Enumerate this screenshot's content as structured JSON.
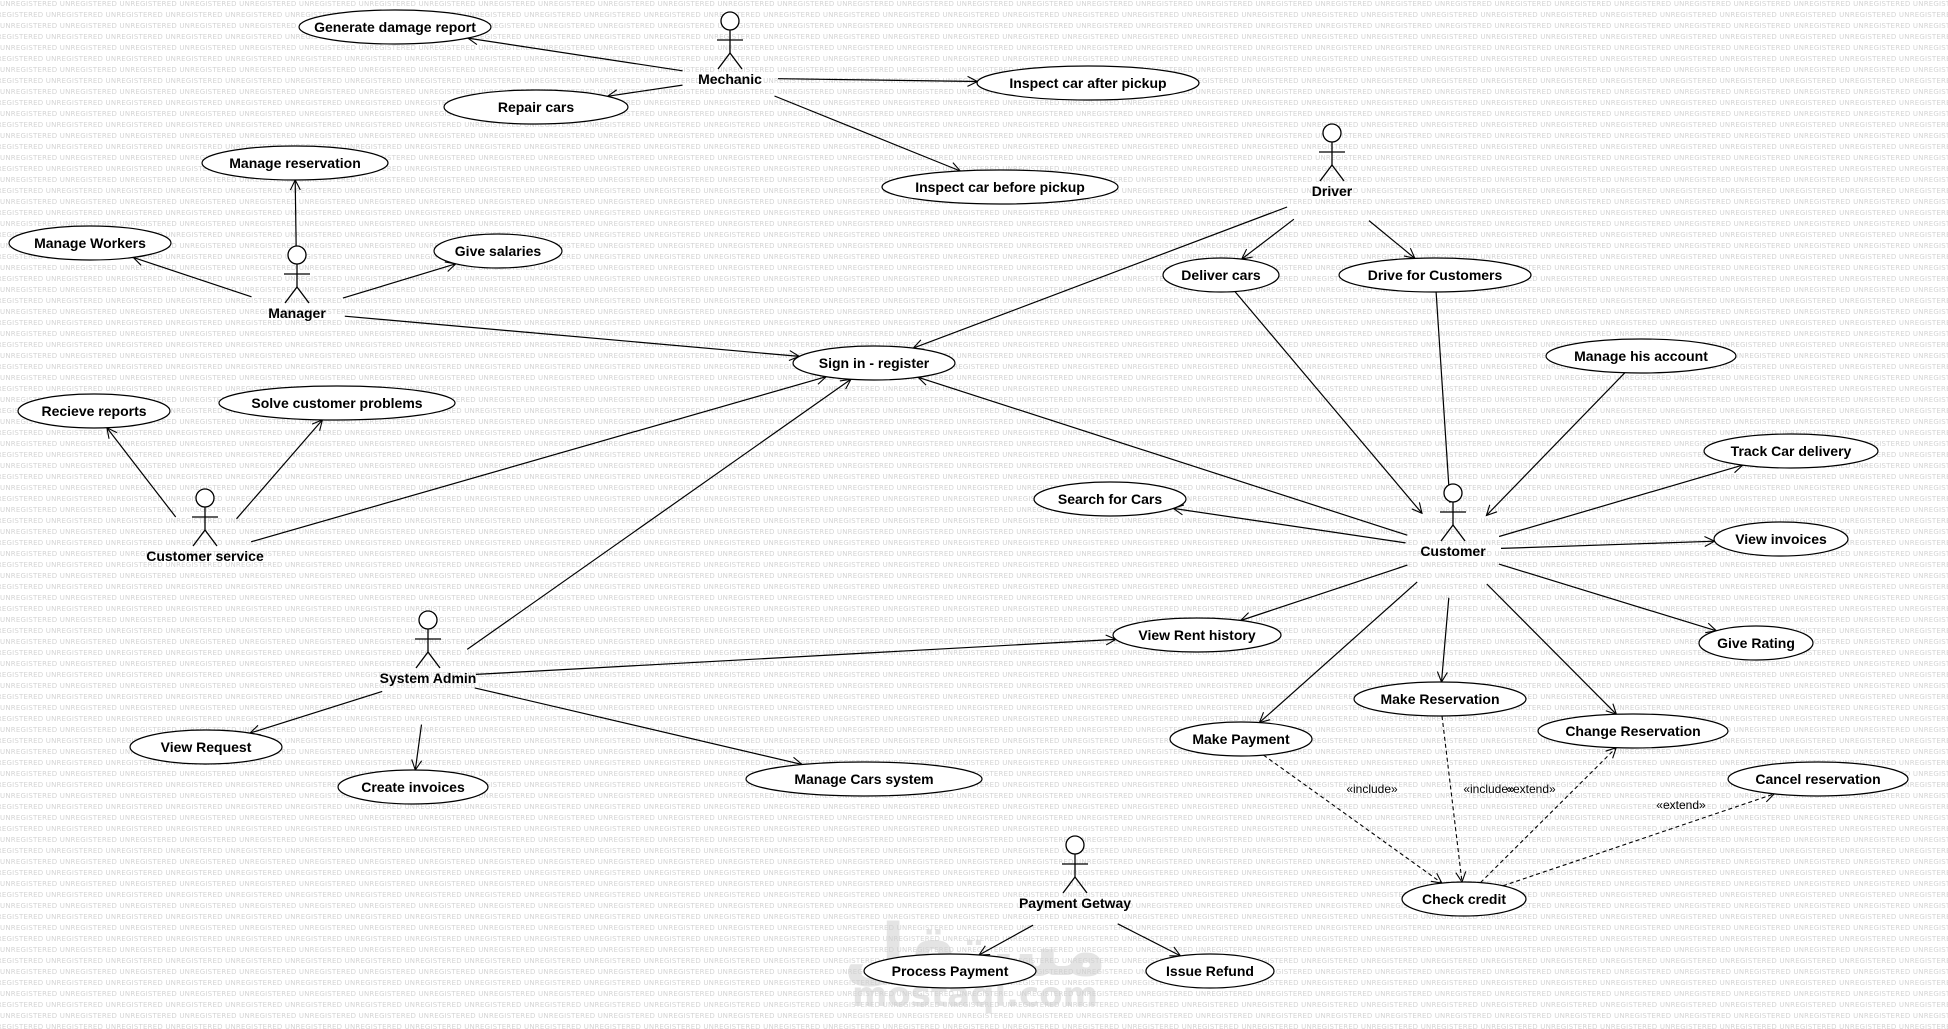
{
  "watermark": {
    "tile": "UNREGISTERED",
    "logo": {
      "arabic": "مستقل",
      "latin": "mostaql.com"
    }
  },
  "actors": [
    {
      "id": "mechanic",
      "label": "Mechanic"
    },
    {
      "id": "driver",
      "label": "Driver"
    },
    {
      "id": "manager",
      "label": "Manager"
    },
    {
      "id": "customer-service",
      "label": "Customer service"
    },
    {
      "id": "system-admin",
      "label": "System Admin"
    },
    {
      "id": "customer",
      "label": "Customer"
    },
    {
      "id": "payment-gateway",
      "label": "Payment Getway"
    }
  ],
  "use_cases": [
    {
      "id": "generate-damage-report",
      "label": "Generate damage report"
    },
    {
      "id": "repair-cars",
      "label": "Repair cars"
    },
    {
      "id": "inspect-after-pickup",
      "label": "Inspect car after pickup"
    },
    {
      "id": "inspect-before-pickup",
      "label": "Inspect car before pickup"
    },
    {
      "id": "manage-reservation",
      "label": "Manage reservation"
    },
    {
      "id": "manage-workers",
      "label": "Manage Workers"
    },
    {
      "id": "give-salaries",
      "label": "Give salaries"
    },
    {
      "id": "sign-in-register",
      "label": "Sign in - register"
    },
    {
      "id": "deliver-cars",
      "label": "Deliver cars"
    },
    {
      "id": "drive-for-customers",
      "label": "Drive for Customers"
    },
    {
      "id": "manage-his-account",
      "label": "Manage his account"
    },
    {
      "id": "recieve-reports",
      "label": "Recieve reports"
    },
    {
      "id": "solve-customer-problems",
      "label": "Solve customer problems"
    },
    {
      "id": "track-car-delivery",
      "label": "Track Car delivery"
    },
    {
      "id": "search-for-cars",
      "label": "Search for Cars"
    },
    {
      "id": "view-invoices",
      "label": "View invoices"
    },
    {
      "id": "view-rent-history",
      "label": "View Rent history"
    },
    {
      "id": "give-rating",
      "label": "Give Rating"
    },
    {
      "id": "make-reservation",
      "label": "Make Reservation"
    },
    {
      "id": "make-payment",
      "label": "Make Payment"
    },
    {
      "id": "change-reservation",
      "label": "Change Reservation"
    },
    {
      "id": "view-request",
      "label": "View Request"
    },
    {
      "id": "create-invoices",
      "label": "Create invoices"
    },
    {
      "id": "manage-cars-system",
      "label": "Manage Cars system"
    },
    {
      "id": "cancel-reservation",
      "label": "Cancel reservation"
    },
    {
      "id": "check-credit",
      "label": "Check credit"
    },
    {
      "id": "process-payment",
      "label": "Process Payment"
    },
    {
      "id": "issue-refund",
      "label": "Issue Refund"
    }
  ],
  "associations": [
    {
      "from": "mechanic",
      "to": "generate-damage-report"
    },
    {
      "from": "mechanic",
      "to": "repair-cars"
    },
    {
      "from": "mechanic",
      "to": "inspect-after-pickup"
    },
    {
      "from": "mechanic",
      "to": "inspect-before-pickup"
    },
    {
      "from": "manager",
      "to": "manage-reservation"
    },
    {
      "from": "manager",
      "to": "manage-workers"
    },
    {
      "from": "manager",
      "to": "give-salaries"
    },
    {
      "from": "manager",
      "to": "sign-in-register"
    },
    {
      "from": "driver",
      "to": "sign-in-register"
    },
    {
      "from": "driver",
      "to": "deliver-cars"
    },
    {
      "from": "driver",
      "to": "drive-for-customers"
    },
    {
      "from": "deliver-cars",
      "to": "customer"
    },
    {
      "from": "drive-for-customers",
      "to": "customer"
    },
    {
      "from": "manage-his-account",
      "to": "customer"
    },
    {
      "from": "customer",
      "to": "sign-in-register"
    },
    {
      "from": "customer",
      "to": "search-for-cars"
    },
    {
      "from": "customer",
      "to": "track-car-delivery"
    },
    {
      "from": "customer",
      "to": "view-invoices"
    },
    {
      "from": "customer",
      "to": "view-rent-history"
    },
    {
      "from": "customer",
      "to": "give-rating"
    },
    {
      "from": "customer",
      "to": "make-payment"
    },
    {
      "from": "customer",
      "to": "make-reservation"
    },
    {
      "from": "customer",
      "to": "change-reservation"
    },
    {
      "from": "customer-service",
      "to": "recieve-reports"
    },
    {
      "from": "customer-service",
      "to": "solve-customer-problems"
    },
    {
      "from": "customer-service",
      "to": "sign-in-register"
    },
    {
      "from": "system-admin",
      "to": "sign-in-register"
    },
    {
      "from": "system-admin",
      "to": "view-rent-history"
    },
    {
      "from": "system-admin",
      "to": "view-request"
    },
    {
      "from": "system-admin",
      "to": "create-invoices"
    },
    {
      "from": "system-admin",
      "to": "manage-cars-system"
    },
    {
      "from": "payment-gateway",
      "to": "process-payment"
    },
    {
      "from": "payment-gateway",
      "to": "issue-refund"
    }
  ],
  "dependencies": [
    {
      "from": "make-payment",
      "to": "check-credit",
      "stereotype": "«include»"
    },
    {
      "from": "make-reservation",
      "to": "check-credit",
      "stereotype": "«include»"
    },
    {
      "from": "check-credit",
      "to": "change-reservation",
      "stereotype": "«extend»"
    },
    {
      "from": "check-credit",
      "to": "cancel-reservation",
      "stereotype": "«extend»"
    }
  ]
}
